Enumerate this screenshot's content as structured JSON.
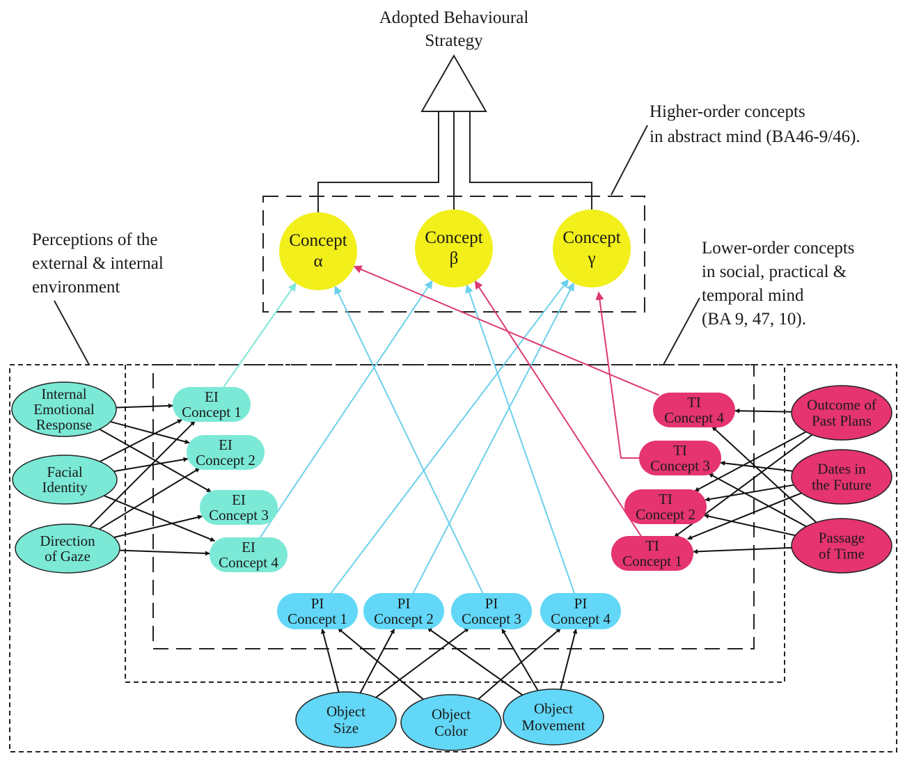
{
  "title": [
    "Adopted Behavioural",
    "Strategy"
  ],
  "annotations": {
    "higher": [
      "Higher-order concepts",
      "in abstract mind (BA46-9/46)."
    ],
    "perceptions": [
      "Perceptions of the",
      "external & internal",
      "environment"
    ],
    "lower": [
      "Lower-order concepts",
      "in social, practical &",
      "temporal mind",
      "(BA 9, 47, 10)."
    ]
  },
  "colors": {
    "concept": "#f2ef1a",
    "ei": "#7be9d6",
    "pi": "#62d7f7",
    "ti": "#e5346f",
    "edge_black": "#111111",
    "edge_cyan": "#6cd0ec",
    "edge_pink": "#dc3a72"
  },
  "concepts": [
    {
      "id": "alpha",
      "lines": [
        "Concept",
        "α"
      ]
    },
    {
      "id": "beta",
      "lines": [
        "Concept",
        "β"
      ]
    },
    {
      "id": "gamma",
      "lines": [
        "Concept",
        "γ"
      ]
    }
  ],
  "ei_inputs": [
    {
      "id": "internal",
      "lines": [
        "Internal",
        "Emotional",
        "Response"
      ]
    },
    {
      "id": "facial",
      "lines": [
        "Facial",
        "Identity"
      ]
    },
    {
      "id": "gaze",
      "lines": [
        "Direction",
        "of Gaze"
      ]
    }
  ],
  "ei_concepts": [
    {
      "id": "ei1",
      "lines": [
        "EI",
        "Concept 1"
      ]
    },
    {
      "id": "ei2",
      "lines": [
        "EI",
        "Concept 2"
      ]
    },
    {
      "id": "ei3",
      "lines": [
        "EI",
        "Concept 3"
      ]
    },
    {
      "id": "ei4",
      "lines": [
        "EI",
        "Concept 4"
      ]
    }
  ],
  "pi_concepts": [
    {
      "id": "pi1",
      "lines": [
        "PI",
        "Concept 1"
      ]
    },
    {
      "id": "pi2",
      "lines": [
        "PI",
        "Concept 2"
      ]
    },
    {
      "id": "pi3",
      "lines": [
        "PI",
        "Concept 3"
      ]
    },
    {
      "id": "pi4",
      "lines": [
        "PI",
        "Concept 4"
      ]
    }
  ],
  "pi_inputs": [
    {
      "id": "size",
      "lines": [
        "Object",
        "Size"
      ]
    },
    {
      "id": "color",
      "lines": [
        "Object",
        "Color"
      ]
    },
    {
      "id": "movement",
      "lines": [
        "Object",
        "Movement"
      ]
    }
  ],
  "ti_concepts": [
    {
      "id": "ti4",
      "lines": [
        "TI",
        "Concept 4"
      ]
    },
    {
      "id": "ti3",
      "lines": [
        "TI",
        "Concept 3"
      ]
    },
    {
      "id": "ti2",
      "lines": [
        "TI",
        "Concept 2"
      ]
    },
    {
      "id": "ti1",
      "lines": [
        "TI",
        "Concept 1"
      ]
    }
  ],
  "ti_inputs": [
    {
      "id": "outcome",
      "lines": [
        "Outcome of",
        "Past Plans"
      ]
    },
    {
      "id": "dates",
      "lines": [
        "Dates in",
        "the Future"
      ]
    },
    {
      "id": "passage",
      "lines": [
        "Passage",
        "of Time"
      ]
    }
  ],
  "edges": [
    {
      "from": "internal",
      "to": "ei1",
      "color": "black"
    },
    {
      "from": "internal",
      "to": "ei2",
      "color": "black"
    },
    {
      "from": "internal",
      "to": "ei3",
      "color": "black"
    },
    {
      "from": "facial",
      "to": "ei1",
      "color": "black"
    },
    {
      "from": "facial",
      "to": "ei2",
      "color": "black"
    },
    {
      "from": "facial",
      "to": "ei4",
      "color": "black"
    },
    {
      "from": "gaze",
      "to": "ei1",
      "color": "black"
    },
    {
      "from": "gaze",
      "to": "ei2",
      "color": "black"
    },
    {
      "from": "gaze",
      "to": "ei3",
      "color": "black"
    },
    {
      "from": "gaze",
      "to": "ei4",
      "color": "black"
    },
    {
      "from": "ei1",
      "to": "alpha",
      "color": "mint"
    },
    {
      "from": "ei4",
      "to": "beta",
      "color": "cyan"
    },
    {
      "from": "pi1",
      "to": "gamma",
      "color": "cyan"
    },
    {
      "from": "pi2",
      "to": "gamma",
      "color": "cyan"
    },
    {
      "from": "pi3",
      "to": "alpha",
      "color": "cyan"
    },
    {
      "from": "pi4",
      "to": "beta",
      "color": "cyan"
    },
    {
      "from": "ti4",
      "to": "alpha",
      "color": "pink"
    },
    {
      "from": "ti1",
      "to": "beta",
      "color": "pink"
    },
    {
      "from": "size",
      "to": "pi1",
      "color": "black"
    },
    {
      "from": "size",
      "to": "pi2",
      "color": "black"
    },
    {
      "from": "size",
      "to": "pi3",
      "color": "black"
    },
    {
      "from": "color",
      "to": "pi1",
      "color": "black"
    },
    {
      "from": "color",
      "to": "pi4",
      "color": "black"
    },
    {
      "from": "movement",
      "to": "pi2",
      "color": "black"
    },
    {
      "from": "movement",
      "to": "pi3",
      "color": "black"
    },
    {
      "from": "movement",
      "to": "pi4",
      "color": "black"
    },
    {
      "from": "outcome",
      "to": "ti4",
      "color": "black"
    },
    {
      "from": "outcome",
      "to": "ti2",
      "color": "black"
    },
    {
      "from": "outcome",
      "to": "ti1",
      "color": "black"
    },
    {
      "from": "dates",
      "to": "ti3",
      "color": "black"
    },
    {
      "from": "dates",
      "to": "ti2",
      "color": "black"
    },
    {
      "from": "dates",
      "to": "ti1",
      "color": "black"
    },
    {
      "from": "passage",
      "to": "ti4",
      "color": "black"
    },
    {
      "from": "passage",
      "to": "ti3",
      "color": "black"
    },
    {
      "from": "passage",
      "to": "ti2",
      "color": "black"
    },
    {
      "from": "passage",
      "to": "ti1",
      "color": "black"
    }
  ]
}
